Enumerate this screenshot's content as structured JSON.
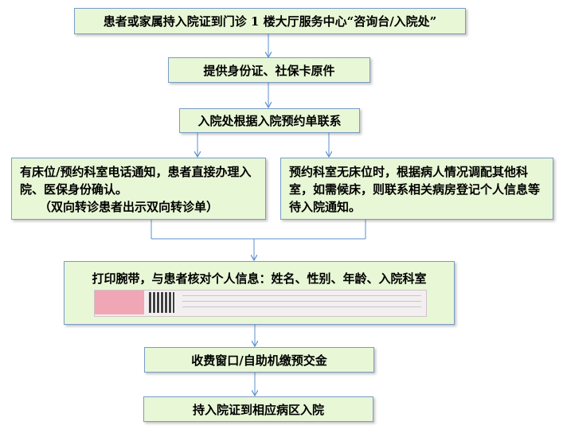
{
  "steps": {
    "step1": "患者或家属持入院证到门诊 1 楼大厅服务中心“咨询台/入院处”",
    "step2": "提供身份证、社保卡原件",
    "step3": "入院处根据入院预约单联系",
    "branch_left": {
      "line1": "有床位/预约科室电话通知，患者直接办理入院、医保身份确认。",
      "line2": "（双向转诊患者出示双向转诊单）"
    },
    "branch_right": "预约科室无床位时，根据病人情况调配其他科室，如需候床，则联系相关病房登记个人信息等待入院通知。",
    "step4": "打印腕带，与患者核对个人信息：姓名、性别、年龄、入院科室",
    "step5": "收费窗口/自助机缴预交金",
    "step6": "持入院证到相应病区入院"
  },
  "colors": {
    "box_fill": "#e8f7d6",
    "box_border": "#7a9cc6",
    "arrow": "#5b8fd0"
  }
}
